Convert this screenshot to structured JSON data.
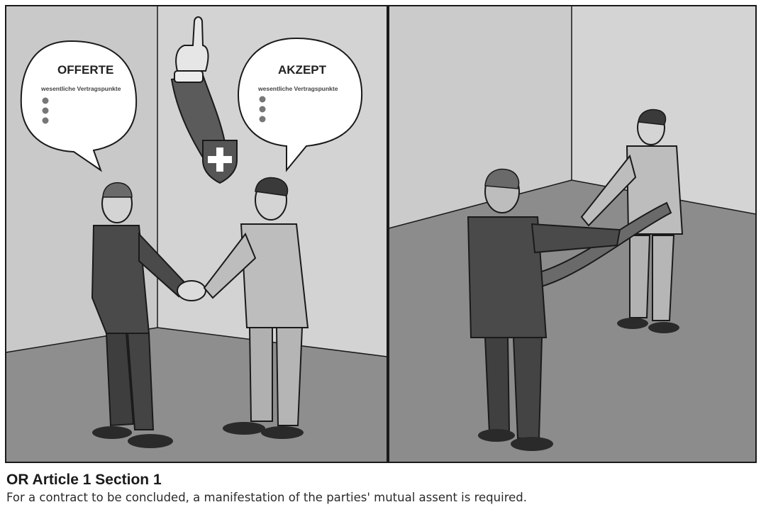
{
  "panel_left": {
    "offer_bubble": {
      "title": "OFFERTE",
      "subtitle": "wesentliche Vertragspunkte"
    },
    "accept_bubble": {
      "title": "AKZEPT",
      "subtitle": "wesentliche Vertragspunkte"
    }
  },
  "caption": {
    "title": "OR Article 1 Section 1",
    "text": "For a contract to be concluded, a manifestation of the parties' mutual assent is required."
  },
  "colors": {
    "wall_light": "#cfcfcf",
    "wall_mid": "#bdbdbd",
    "floor": "#8f8f8f",
    "suit_dark": "#4a4a4a",
    "suit_light": "#bcbcbc",
    "outline": "#1a1a1a"
  }
}
